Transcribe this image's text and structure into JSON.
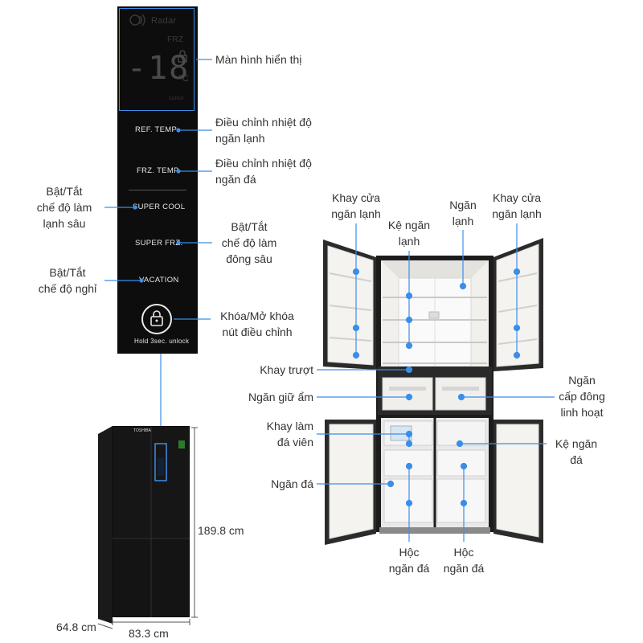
{
  "panel": {
    "radar": "Radar",
    "frz_indicator": "FRZ",
    "temp_value": "-18",
    "temp_unit": "°C",
    "sub_small": "SUPER",
    "buttons": {
      "ref_temp": "REF. TEMP",
      "frz_temp": "FRZ. TEMP",
      "super_cool": "SUPER COOL",
      "super_frz": "SUPER FRZ.",
      "vacation": "VACATION"
    },
    "lock_hint": "Hold 3sec. unlock"
  },
  "callouts": {
    "display": "Màn hình hiển thị",
    "ref_temp": [
      "Điều chỉnh nhiệt độ",
      "ngăn lạnh"
    ],
    "frz_temp": [
      "Điều chỉnh nhiệt độ",
      "ngăn đá"
    ],
    "super_cool": [
      "Bật/Tắt",
      "chế độ làm",
      "lạnh sâu"
    ],
    "super_frz": [
      "Bật/Tắt",
      "chế độ làm",
      "đông sâu"
    ],
    "vacation": [
      "Bật/Tắt",
      "chế độ nghỉ"
    ],
    "lock": [
      "Khóa/Mở khóa",
      "nút điều chỉnh"
    ]
  },
  "fridge_labels": {
    "door_tray_left": [
      "Khay cửa",
      "ngăn lạnh"
    ],
    "shelf": [
      "Kệ ngăn",
      "lạnh"
    ],
    "fridge_comp": [
      "Ngăn",
      "lạnh"
    ],
    "door_tray_right": [
      "Khay cửa",
      "ngăn lạnh"
    ],
    "slide_tray": "Khay trượt",
    "crisper": "Ngăn giữ ẩm",
    "flex_freezer": [
      "Ngăn",
      "cấp đông",
      "linh hoạt"
    ],
    "ice_tray": [
      "Khay làm",
      "đá viên"
    ],
    "freezer_shelf": [
      "Kệ ngăn",
      "đá"
    ],
    "freezer_comp": "Ngăn đá",
    "drawer_left": [
      "Hộc",
      "ngăn đá"
    ],
    "drawer_right": [
      "Hộc",
      "ngăn đá"
    ]
  },
  "dimensions": {
    "height": "189.8 cm",
    "depth": "64.8 cm",
    "width": "83.3 cm"
  },
  "brand": "TOSHIBA",
  "colors": {
    "accent": "#3b8ee8",
    "panel": "#0d0d0d",
    "text": "#333333"
  }
}
